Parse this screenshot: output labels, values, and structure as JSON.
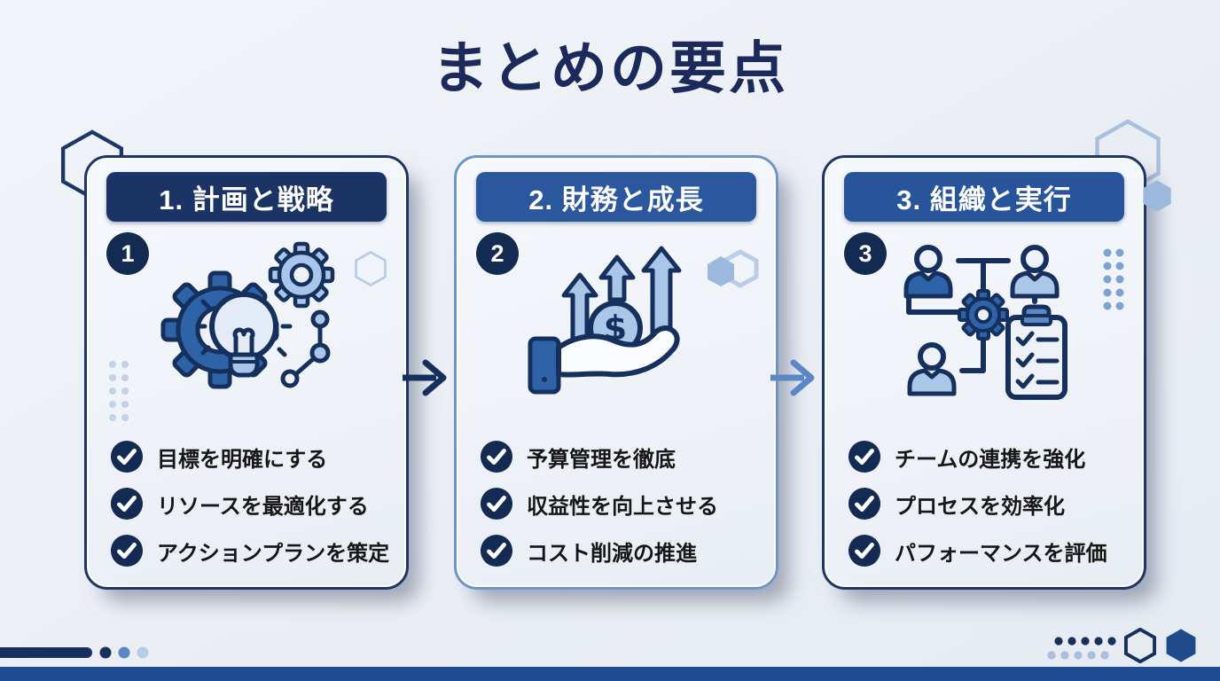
{
  "slide": {
    "title": "まとめの要点",
    "title_color": "#1b2a5b",
    "background_color": "#eef1f6",
    "bottom_bar_color": "#1e4d93",
    "accent_navy": "#16305e",
    "accent_blue": "#2b579e",
    "accent_light_blue": "#aac7e8"
  },
  "cards": [
    {
      "number": "1",
      "header": "1. 計画と戦略",
      "header_color": "#1b3365",
      "border_color": "#1c3667",
      "icon": "gears-lightbulb-icon",
      "items": [
        "目標を明確にする",
        "リソースを最適化する",
        "アクションプランを策定"
      ]
    },
    {
      "number": "2",
      "header": "2. 財務と成長",
      "header_color": "#2b579e",
      "border_color": "#6c95c8",
      "icon": "hand-coin-growth-arrows-icon",
      "items": [
        "予算管理を徹底",
        "収益性を向上させる",
        "コスト削減の推進"
      ]
    },
    {
      "number": "3",
      "header": "3. 組織と実行",
      "header_color": "#27549b",
      "border_color": "#1c3667",
      "icon": "team-gear-checklist-icon",
      "items": [
        "チームの連携を強化",
        "プロセスを効率化",
        "パフォーマンスを評価"
      ]
    }
  ],
  "arrows": [
    {
      "direction": "right",
      "color": "#16305e"
    },
    {
      "direction": "right",
      "color": "#5b87c5"
    }
  ]
}
